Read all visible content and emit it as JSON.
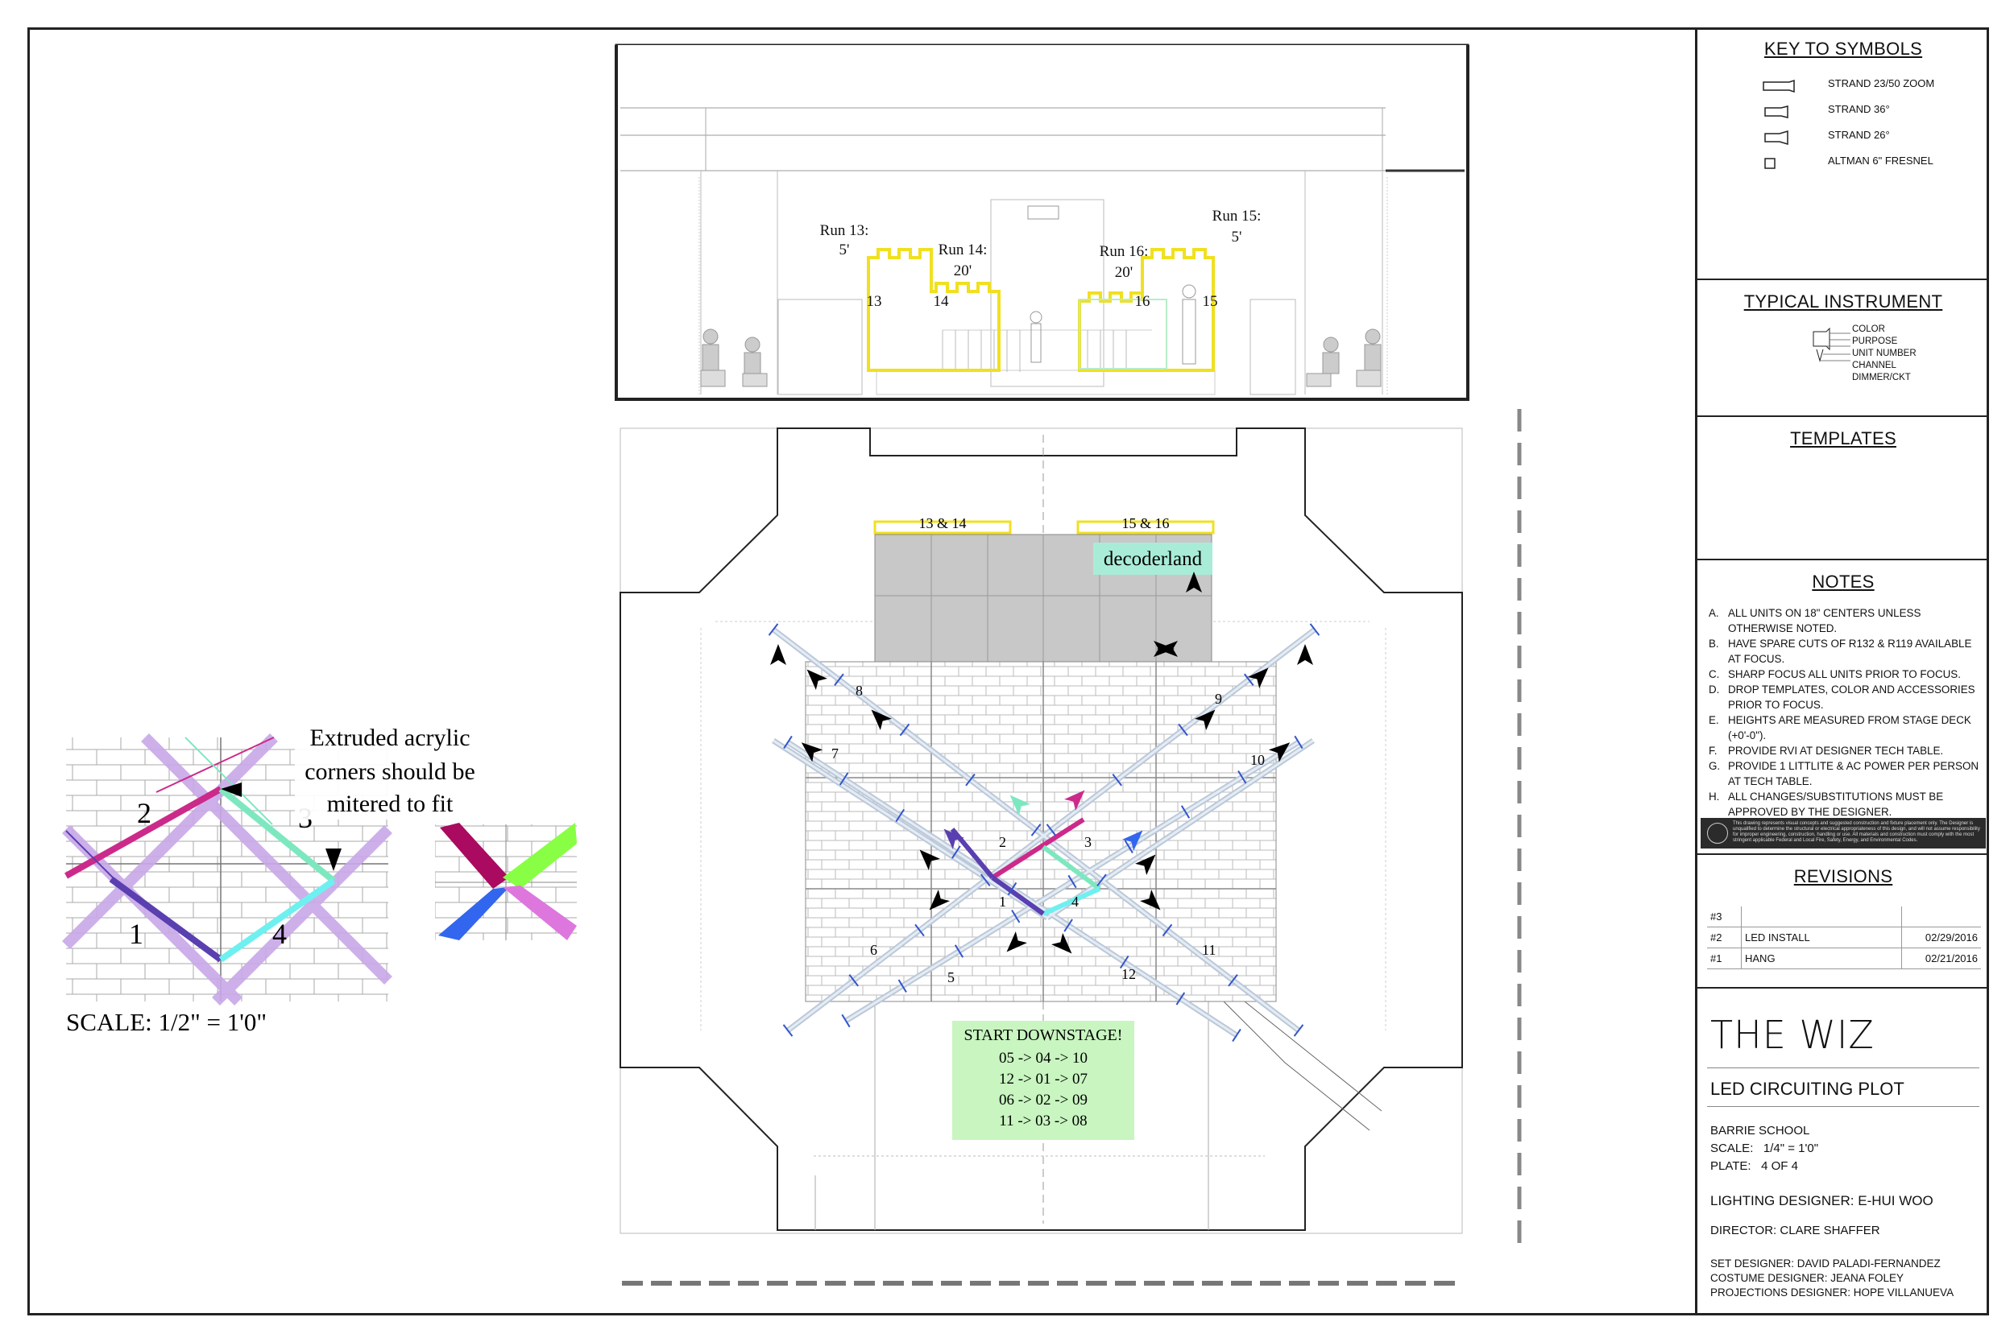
{
  "key_to_symbols": {
    "title": "KEY TO SYMBOLS",
    "items": [
      {
        "label": "STRAND 23/50 ZOOM",
        "icon": "zoom-leko-icon"
      },
      {
        "label": "STRAND 36°",
        "icon": "leko-36-icon"
      },
      {
        "label": "STRAND 26°",
        "icon": "leko-26-icon"
      },
      {
        "label": "ALTMAN 6\" FRESNEL",
        "icon": "fresnel-icon"
      }
    ]
  },
  "typical_instrument": {
    "title": "TYPICAL INSTRUMENT",
    "labels": [
      "COLOR",
      "PURPOSE",
      "UNIT NUMBER",
      "CHANNEL",
      "DIMMER/CKT"
    ]
  },
  "templates": {
    "title": "TEMPLATES"
  },
  "notes": {
    "title": "NOTES",
    "items": [
      {
        "k": "A.",
        "t": "ALL UNITS ON 18\" CENTERS UNLESS OTHERWISE NOTED."
      },
      {
        "k": "B.",
        "t": "HAVE SPARE CUTS OF R132 & R119 AVAILABLE AT FOCUS."
      },
      {
        "k": "C.",
        "t": "SHARP FOCUS ALL UNITS PRIOR TO FOCUS."
      },
      {
        "k": "D.",
        "t": "DROP TEMPLATES, COLOR AND ACCESSORIES PRIOR TO FOCUS."
      },
      {
        "k": "E.",
        "t": "HEIGHTS ARE MEASURED FROM STAGE DECK (+0'-0\")."
      },
      {
        "k": "F.",
        "t": "PROVIDE RVI AT DESIGNER TECH TABLE."
      },
      {
        "k": "G.",
        "t": "PROVIDE 1 LITTLITE & AC POWER PER PERSON AT TECH TABLE."
      },
      {
        "k": "H.",
        "t": "ALL CHANGES/SUBSTITUTIONS MUST BE APPROVED BY THE DESIGNER."
      }
    ],
    "disclaimer": "This drawing represents visual concepts and suggested construction and fixture placement only. The Designer is unqualified to determine the structural or electrical appropriateness of this design, and will not assume responsibility for improper engineering, construction, handling or use. All materials and construction must comply with the most stringent applicable Federal and Local Fire, Safety, Energy, and Environmental Codes."
  },
  "revisions": {
    "title": "REVISIONS",
    "rows": [
      {
        "n": "#3",
        "desc": "",
        "date": ""
      },
      {
        "n": "#2",
        "desc": "LED INSTALL",
        "date": "02/29/2016"
      },
      {
        "n": "#1",
        "desc": "HANG",
        "date": "02/21/2016"
      }
    ]
  },
  "title_block": {
    "show": "THE WIZ",
    "plot": "LED CIRCUITING PLOT",
    "venue": "BARRIE SCHOOL",
    "scale_label": "SCALE:",
    "scale_value": "1/4\" = 1'0\"",
    "plate_label": "PLATE:",
    "plate_value": "4 OF 4",
    "lighting_designer": "LIGHTING DESIGNER: E-HUI WOO",
    "director": "DIRECTOR: CLARE SHAFFER",
    "set_designer": "SET DESIGNER: DAVID PALADI-FERNANDEZ",
    "costume_designer": "COSTUME DESIGNER: JEANA FOLEY",
    "projections_designer": "PROJECTIONS DESIGNER: HOPE VILLANUEVA"
  },
  "elevation": {
    "runs": [
      {
        "label": "Run 13:",
        "len": "5'",
        "num": "13"
      },
      {
        "label": "Run 14:",
        "len": "20'",
        "num": "14"
      },
      {
        "label": "Run 16:",
        "len": "20'",
        "num": "16"
      },
      {
        "label": "Run 15:",
        "len": "5'",
        "num": "15"
      }
    ]
  },
  "plan": {
    "tag_left": "13 & 14",
    "tag_right": "15 & 16",
    "decoderland": "decoderland",
    "strip_numbers": [
      "1",
      "2",
      "3",
      "4",
      "5",
      "6",
      "7",
      "8",
      "9",
      "10",
      "11",
      "12"
    ],
    "start_title": "START DOWNSTAGE!",
    "start_lines": [
      "05 -> 04 -> 10",
      "12 -> 01 -> 07",
      "06 -> 02 -> 09",
      "11 -> 03 -> 08"
    ]
  },
  "detail": {
    "note_lines": [
      "Extruded acrylic",
      "corners should be",
      "mitered to fit"
    ],
    "numbers": [
      "1",
      "2",
      "3",
      "4"
    ],
    "scale": "SCALE: 1/2\" = 1'0\""
  },
  "colors": {
    "magenta": "#cc2a8a",
    "mint": "#7de8c0",
    "violet": "#5a3fb0",
    "cyan": "#6ff0f0",
    "yellow_outline": "#f0e020",
    "lavender": "#c8a8e8",
    "decoderland_bg": "#a8ecd8",
    "start_bg": "#c8f5c0"
  }
}
